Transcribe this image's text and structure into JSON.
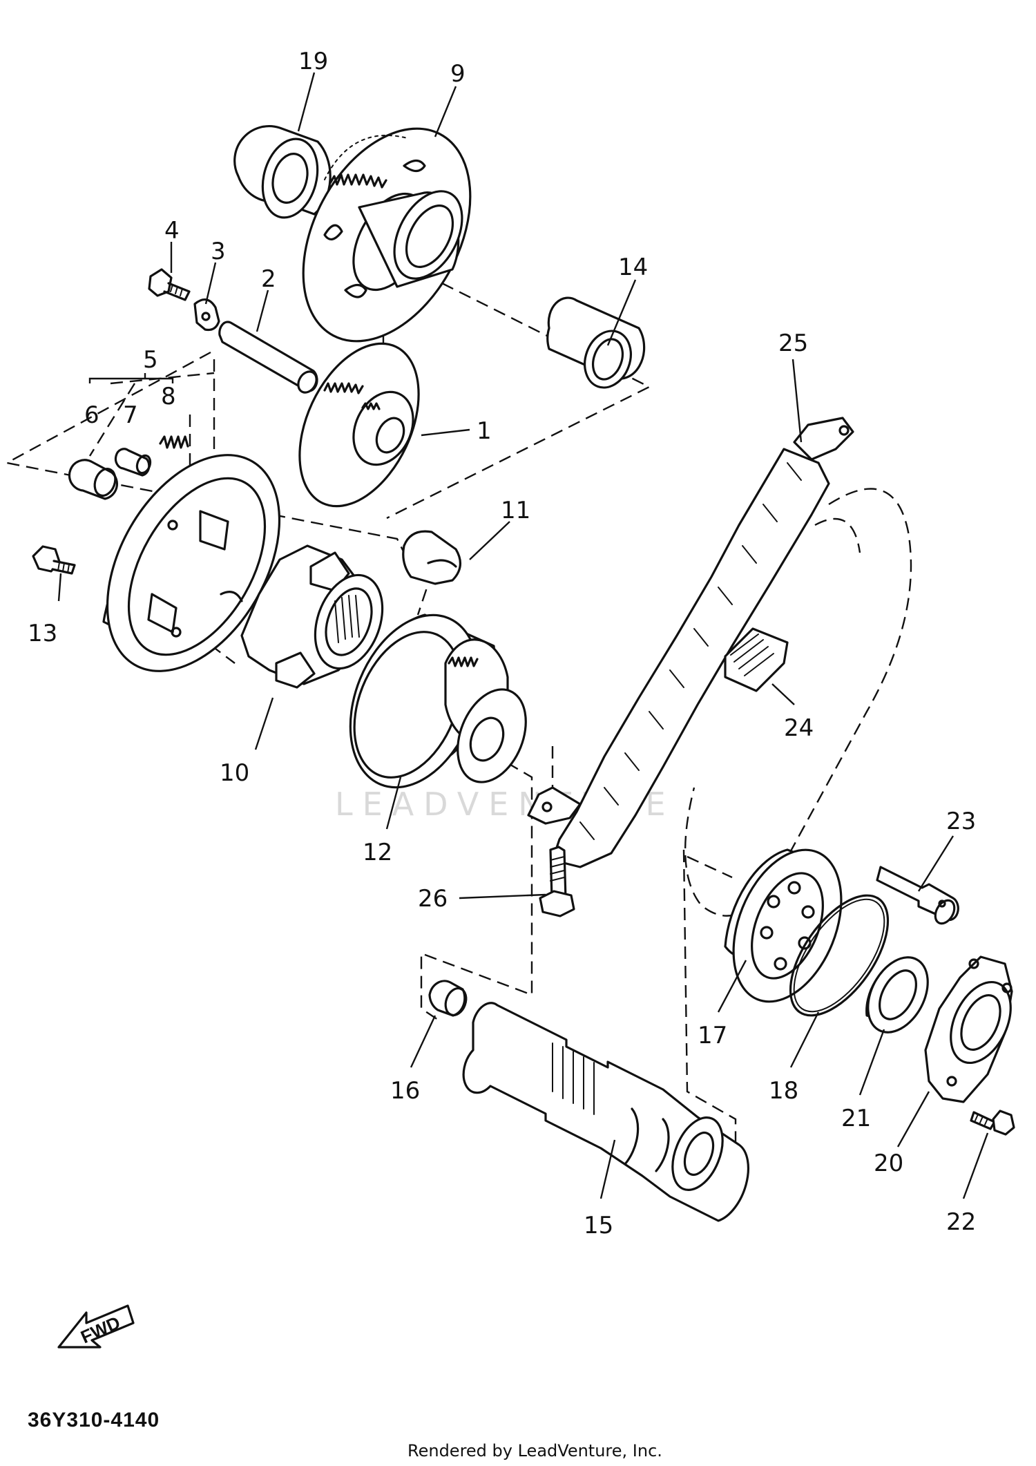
{
  "diagram_code": "36Y310-4140",
  "credit": "Rendered by LeadVenture, Inc.",
  "watermark": "LEADVENTURE",
  "direction_label": "FWD",
  "callouts": [
    {
      "id": "c1",
      "label": "1"
    },
    {
      "id": "c2",
      "label": "2"
    },
    {
      "id": "c3",
      "label": "3"
    },
    {
      "id": "c4",
      "label": "4"
    },
    {
      "id": "c5",
      "label": "5"
    },
    {
      "id": "c6",
      "label": "6"
    },
    {
      "id": "c7",
      "label": "7"
    },
    {
      "id": "c8",
      "label": "8"
    },
    {
      "id": "c9",
      "label": "9"
    },
    {
      "id": "c10",
      "label": "10"
    },
    {
      "id": "c11",
      "label": "11"
    },
    {
      "id": "c12",
      "label": "12"
    },
    {
      "id": "c13",
      "label": "13"
    },
    {
      "id": "c14",
      "label": "14"
    },
    {
      "id": "c15",
      "label": "15"
    },
    {
      "id": "c16",
      "label": "16"
    },
    {
      "id": "c17",
      "label": "17"
    },
    {
      "id": "c18",
      "label": "18"
    },
    {
      "id": "c19",
      "label": "19"
    },
    {
      "id": "c20",
      "label": "20"
    },
    {
      "id": "c21",
      "label": "21"
    },
    {
      "id": "c22",
      "label": "22"
    },
    {
      "id": "c23",
      "label": "23"
    },
    {
      "id": "c24",
      "label": "24"
    },
    {
      "id": "c25",
      "label": "25"
    },
    {
      "id": "c26",
      "label": "26"
    }
  ]
}
